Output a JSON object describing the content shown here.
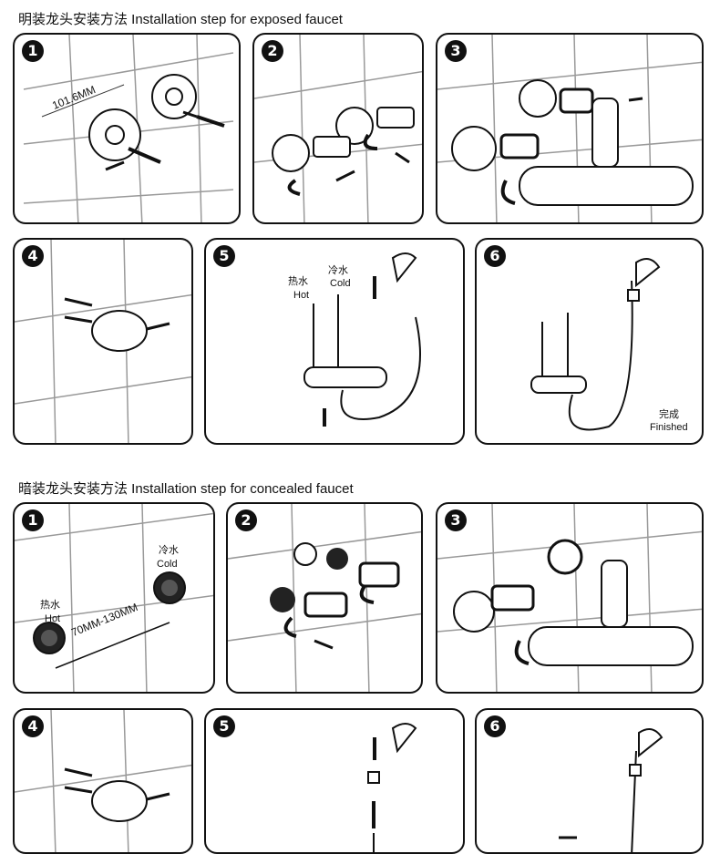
{
  "sections": [
    {
      "title": "明装龙头安装方法  Installation step for exposed faucet"
    },
    {
      "title": "暗装龙头安装方法  Installation step for concealed faucet"
    }
  ],
  "exposed": {
    "step_numbers": [
      "1",
      "2",
      "3",
      "4",
      "5",
      "6"
    ],
    "measure": "101.6MM",
    "hot_cn": "热水",
    "hot_en": "Hot",
    "cold_cn": "冷水",
    "cold_en": "Cold",
    "finished_cn": "完成",
    "finished_en": "Finished"
  },
  "concealed": {
    "step_numbers": [
      "1",
      "2",
      "3",
      "4",
      "5",
      "6"
    ],
    "measure": "70MM-130MM",
    "hot_cn": "热水",
    "hot_en": "Hot",
    "cold_cn": "冷水",
    "cold_en": "Cold"
  }
}
